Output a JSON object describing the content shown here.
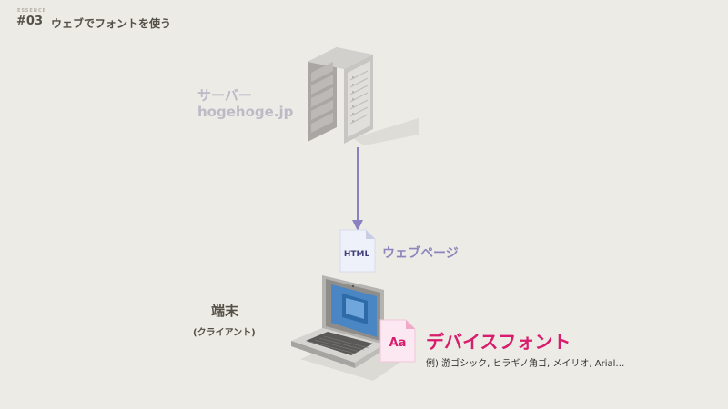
{
  "header": {
    "essence": "ESSENCE",
    "episode": "#03",
    "title": "ウェブでフォントを使う"
  },
  "server": {
    "name": "サーバー",
    "host": "hogehoge.jp"
  },
  "document": {
    "icon_text": "HTML",
    "label": "ウェブページ"
  },
  "device": {
    "label": "端末",
    "sublabel": "(クライアント)"
  },
  "font": {
    "icon_text": "Aa",
    "label": "デバイスフォント",
    "example": "例) 游ゴシック, ヒラギノ角ゴ, メイリオ, Arial…"
  },
  "colors": {
    "background": "#ecebe6",
    "accent_pink": "#d71d6b",
    "accent_purple": "#8d86bc",
    "arrow": "#8a82c0"
  }
}
